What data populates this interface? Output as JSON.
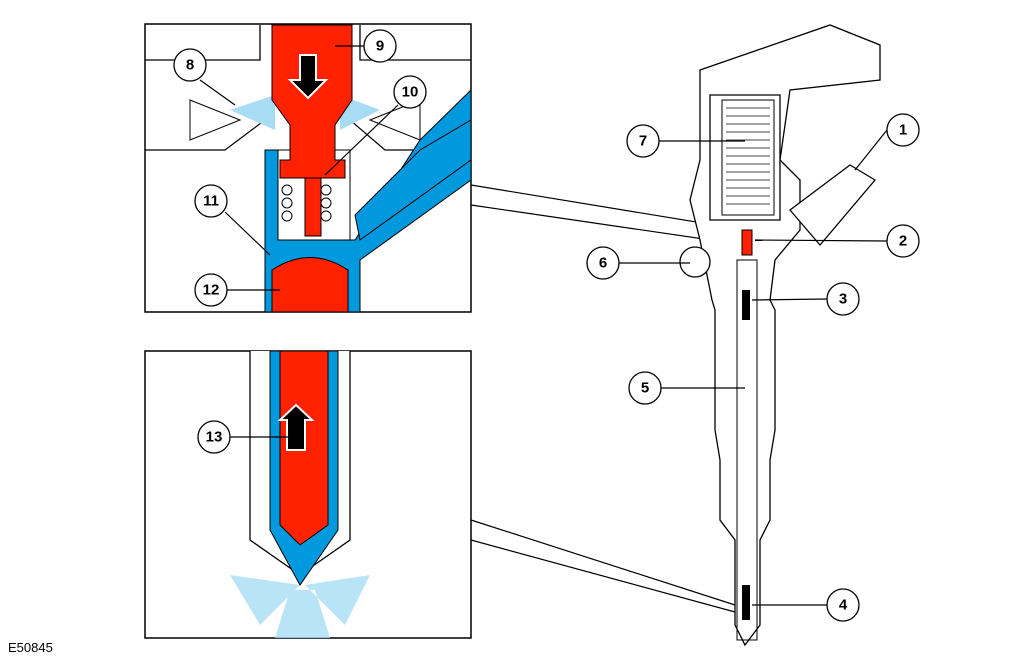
{
  "figure_id": "E50845",
  "callouts": [
    "1",
    "2",
    "3",
    "4",
    "5",
    "6",
    "7",
    "8",
    "9",
    "10",
    "11",
    "12",
    "13"
  ],
  "colors": {
    "fuel_high_pressure": "#ff2200",
    "fuel_return": "#0099dd",
    "spray": "#a8dcf5",
    "outline": "#000000"
  }
}
